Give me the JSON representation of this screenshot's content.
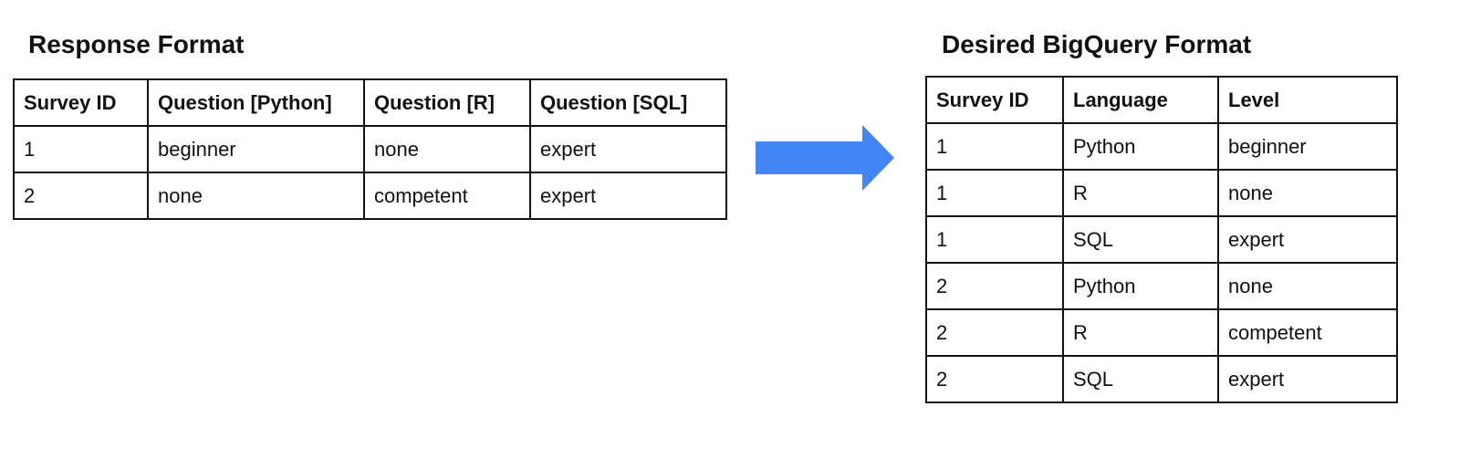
{
  "left": {
    "title": "Response Format",
    "headers": [
      "Survey ID",
      "Question [Python]",
      "Question [R]",
      "Question [SQL]"
    ],
    "rows": [
      [
        "1",
        "beginner",
        "none",
        "expert"
      ],
      [
        "2",
        "none",
        "competent",
        "expert"
      ]
    ]
  },
  "right": {
    "title": "Desired BigQuery Format",
    "headers": [
      "Survey ID",
      "Language",
      "Level"
    ],
    "rows": [
      [
        "1",
        "Python",
        "beginner"
      ],
      [
        "1",
        "R",
        "none"
      ],
      [
        "1",
        "SQL",
        "expert"
      ],
      [
        "2",
        "Python",
        "none"
      ],
      [
        "2",
        "R",
        "competent"
      ],
      [
        "2",
        "SQL",
        "expert"
      ]
    ]
  },
  "arrow": {
    "icon": "arrow-right-icon",
    "color": "#4285F4"
  }
}
